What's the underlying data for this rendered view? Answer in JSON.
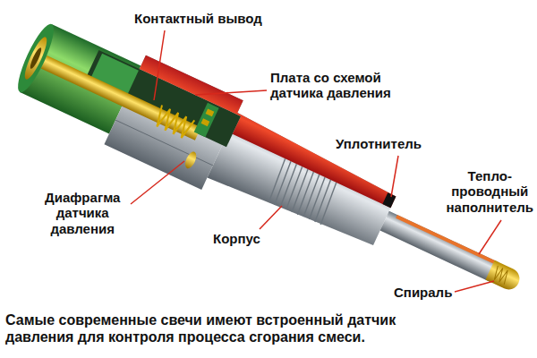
{
  "diagram": {
    "caption": "Самые современные свечи имеют встроенный датчик давления для контроля процесса сгорания смеси.",
    "labels": [
      "Контактный вывод",
      "Плата со схемой датчика давления",
      "Уплотнитель",
      "Тепло- проводный наполнитель",
      "Диафрагма датчика давления",
      "Корпус",
      "Спираль"
    ]
  }
}
